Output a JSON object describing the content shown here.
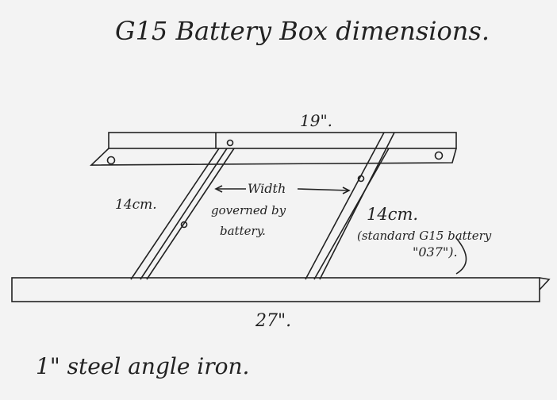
{
  "title": "G15 Battery Box dimensions.",
  "labels": {
    "top_length": "19\".",
    "left_leg": "14cm.",
    "width_line1": "Width",
    "width_line2": "governed by",
    "width_line3": "battery.",
    "right_leg": "14cm.",
    "battery_note_line1": "(standard G15 battery",
    "battery_note_line2": "\"037\").",
    "bottom_length": "27\".",
    "material": "1\" steel angle iron."
  },
  "colors": {
    "ink": "#222222",
    "paper": "#f3f3f3"
  }
}
